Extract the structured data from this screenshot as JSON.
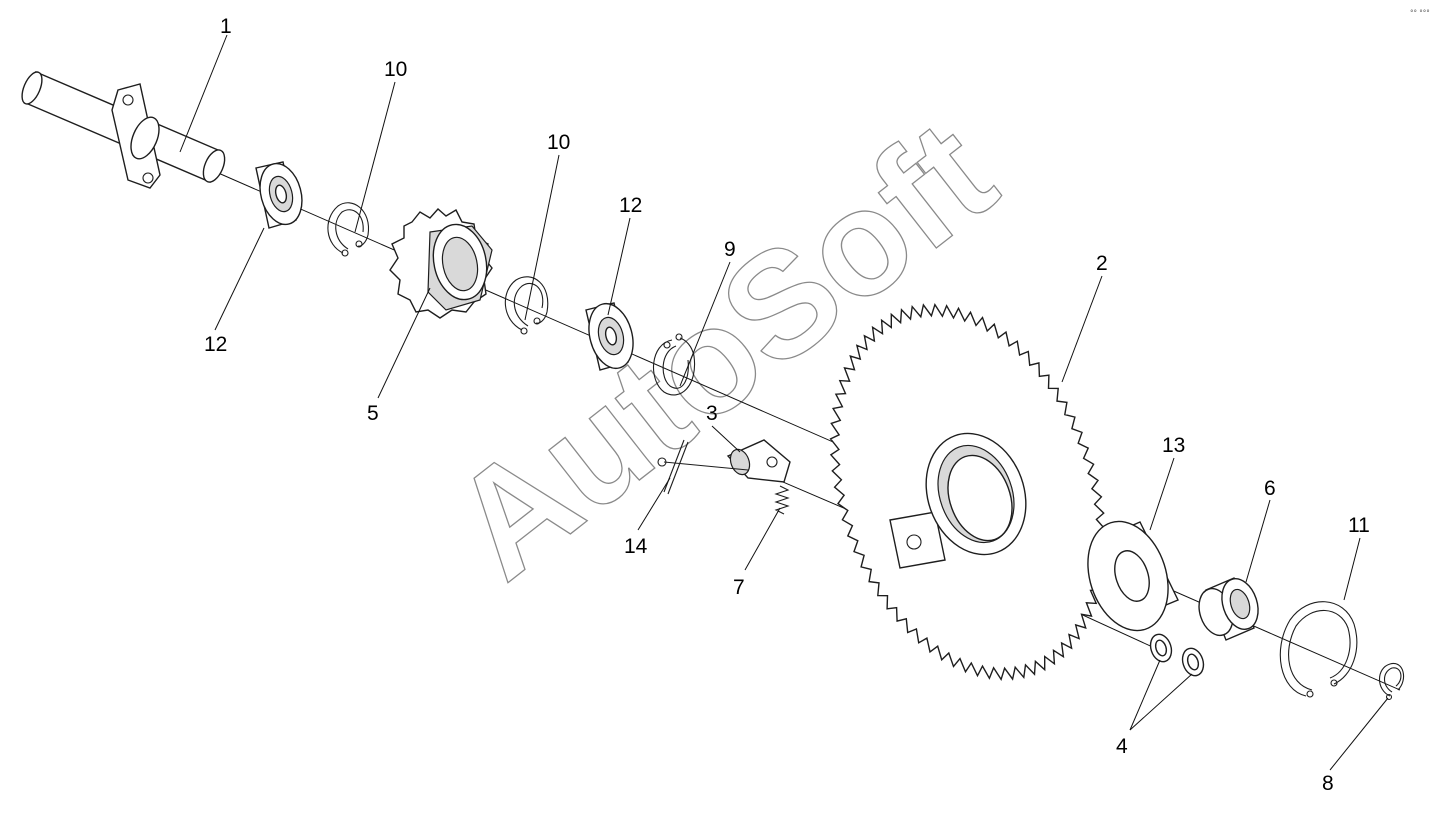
{
  "watermark": "AutoSoft",
  "corner_mark": "°° °°°",
  "callouts": [
    "1",
    "10",
    "10",
    "12",
    "12",
    "9",
    "2",
    "5",
    "3",
    "13",
    "6",
    "11",
    "14",
    "7",
    "4",
    "8"
  ],
  "parts": [
    "shaft",
    "bearing",
    "circlip",
    "drive-sprocket",
    "bearing",
    "circlip",
    "circlip",
    "large-sprocket",
    "hub-bracket",
    "spacer-ring",
    "bushing",
    "retaining-ring",
    "washer",
    "washer",
    "snap-ring",
    "pawl",
    "spring",
    "pin"
  ]
}
